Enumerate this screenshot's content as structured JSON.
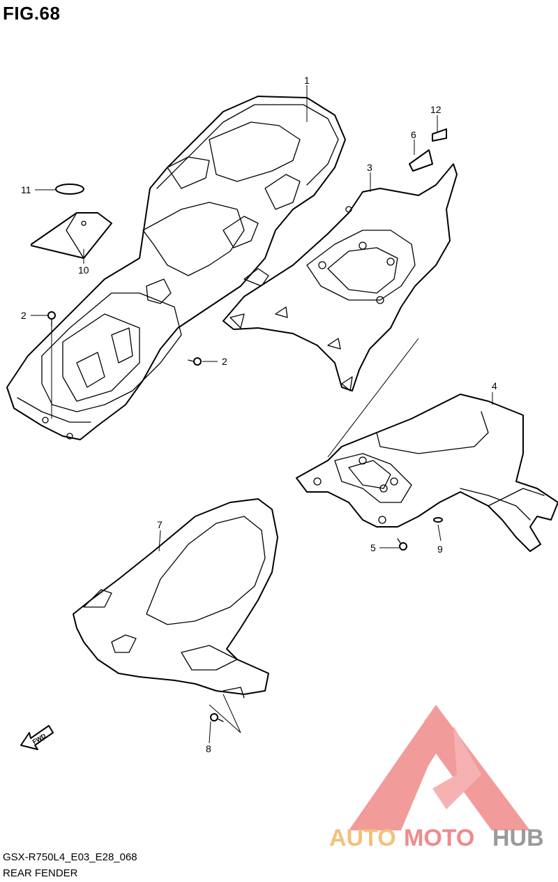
{
  "figure": {
    "title": "FIG.68",
    "model_code": "GSX-R750L4_E03_E28_068",
    "diagram_title": "REAR FENDER"
  },
  "callouts": [
    "1",
    "2",
    "2",
    "3",
    "4",
    "5",
    "6",
    "7",
    "8",
    "9",
    "10",
    "11",
    "12"
  ],
  "fwd_arrow": {
    "label": "FWD",
    "icon": "fwd-arrow-icon"
  },
  "watermark": {
    "part1": "AUTO",
    "part2": "MOTO",
    "part3": "HUB",
    "colors": {
      "logo": "#f08a8a",
      "auto": "#f4c07a",
      "moto": "#f08a8a",
      "hub": "#9a9a9a"
    }
  }
}
